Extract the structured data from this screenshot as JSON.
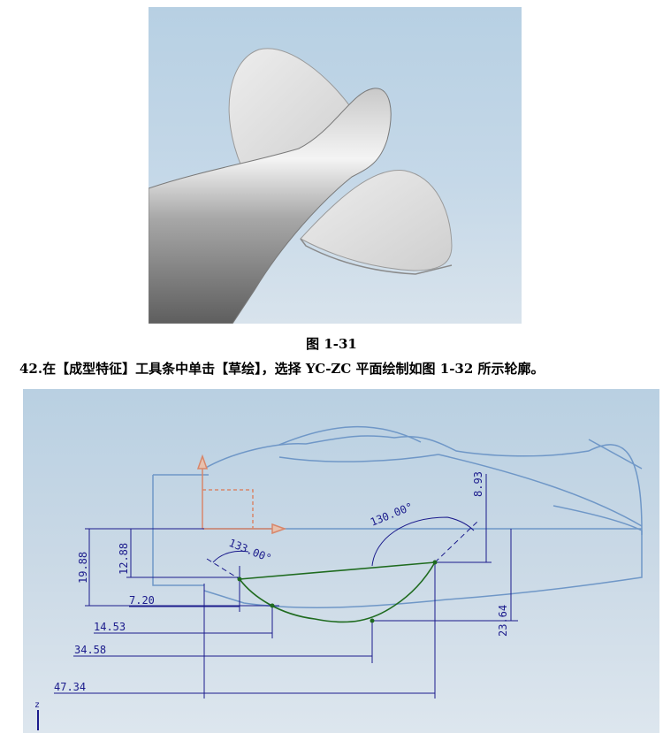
{
  "figure_caption": "图 1-31",
  "step_text": "42.在【成型特征】工具条中单击【草绘】，选择 YC-ZC 平面绘制如图 1-32 所示轮廓。",
  "sketch": {
    "dims": {
      "d19": "19.88",
      "d12": "12.88",
      "d8": "8.93",
      "d23": "23.64",
      "d7": "7.20",
      "d14": "14.53",
      "d34": "34.58",
      "d47": "47.34"
    },
    "angles": {
      "left": "133.00°",
      "right": "130.00°"
    },
    "axis_label": "z"
  },
  "colors": {
    "model_edge": "#6f97c7",
    "dimension": "#1b1b8c",
    "sketch_curve": "#1f6b1f",
    "datum": "#d8866a"
  }
}
